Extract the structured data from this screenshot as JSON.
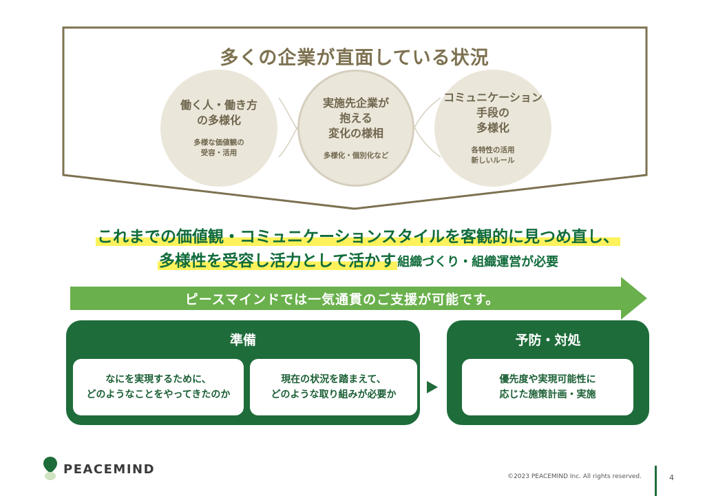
{
  "header": {
    "title": "多くの企業が直面している状況"
  },
  "circles": [
    {
      "main": "働く人・働き方\nの多様化",
      "sub": "多様な価値観の\n受容・活用"
    },
    {
      "main": "実施先企業が\n抱える\n変化の様相",
      "sub": "多様化・個別化など"
    },
    {
      "main": "コミュニケーション\n手段の\n多様化",
      "sub": "各特性の活用\n新しいルール"
    }
  ],
  "message": {
    "line1": "これまでの価値観・コミュニケーションスタイルを客観的に見つめ直し、",
    "line2_highlight": "多様性を受容し活力として活かす",
    "line2_rest": "組織づくり・組織運営が必要"
  },
  "arrow_banner": "ピースマインドでは一気通貫のご支援が可能です。",
  "prepare": {
    "title": "準備",
    "cards": [
      "なにを実現するために、\nどのようなことをやってきたのか",
      "現在の状況を踏まえて、\nどのような取り組みが必要か"
    ]
  },
  "prevent": {
    "title": "予防・対処",
    "card": "優先度や実現可能性に\n応じた施策計画・実施"
  },
  "footer": {
    "logo": "PEACEMIND",
    "copyright": "©2023 PEACEMIND Inc. All rights reserved.",
    "page": "4"
  },
  "colors": {
    "frame": "#7d7150",
    "circle": "#ebe6da",
    "green_dark": "#1e6c3a",
    "green_light": "#6ab04c",
    "highlight": "#fdf25b"
  },
  "icons": {
    "logo_mark": "map-pin-icon"
  }
}
